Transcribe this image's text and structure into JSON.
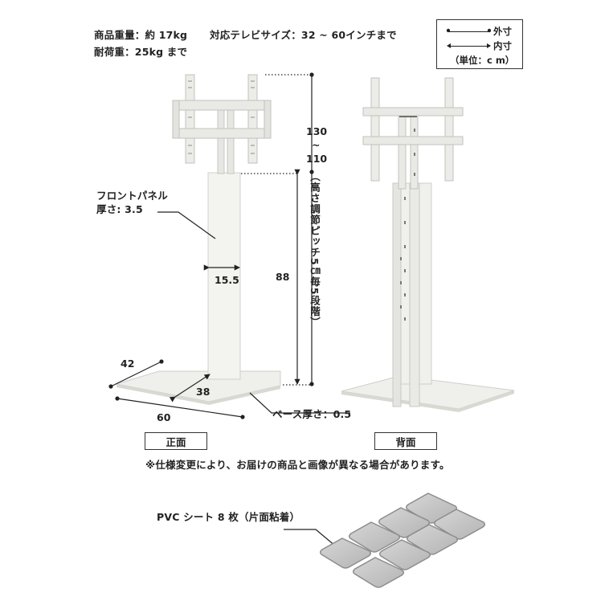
{
  "specs": {
    "weight": "商品重量：約 17kg",
    "tv_size": "対応テレビサイズ：32 ~ 60インチまで",
    "load": "耐荷重：25kg まで"
  },
  "legend": {
    "outer": "外寸",
    "inner": "内寸",
    "unit": "（単位：c m）"
  },
  "dimensions": {
    "front_panel_label": "フロントパネル",
    "front_panel_thickness": "厚さ: 3.5",
    "panel_width": "15.5",
    "height_top": "130",
    "height_sep": "~",
    "height_bottom": "110",
    "height_note": "（高さ調節ピッチ5㎝毎5段階）",
    "pole_height": "88",
    "base_depth": "42",
    "base_inner_depth": "38",
    "base_width": "60",
    "base_thickness": "ベース厚さ：0.5"
  },
  "views": {
    "front": "正面",
    "back": "背面"
  },
  "notice": "※仕様変更により、お届けの商品と画像が異なる場合があります。",
  "accessory": {
    "label": "PVC シート 8 枚（片面粘着）"
  },
  "colors": {
    "stand": "#eeeeea",
    "stand_edge": "#c9c9c4",
    "sheet": "#c4c4c4",
    "sheet_edge": "#8d8d8d"
  }
}
